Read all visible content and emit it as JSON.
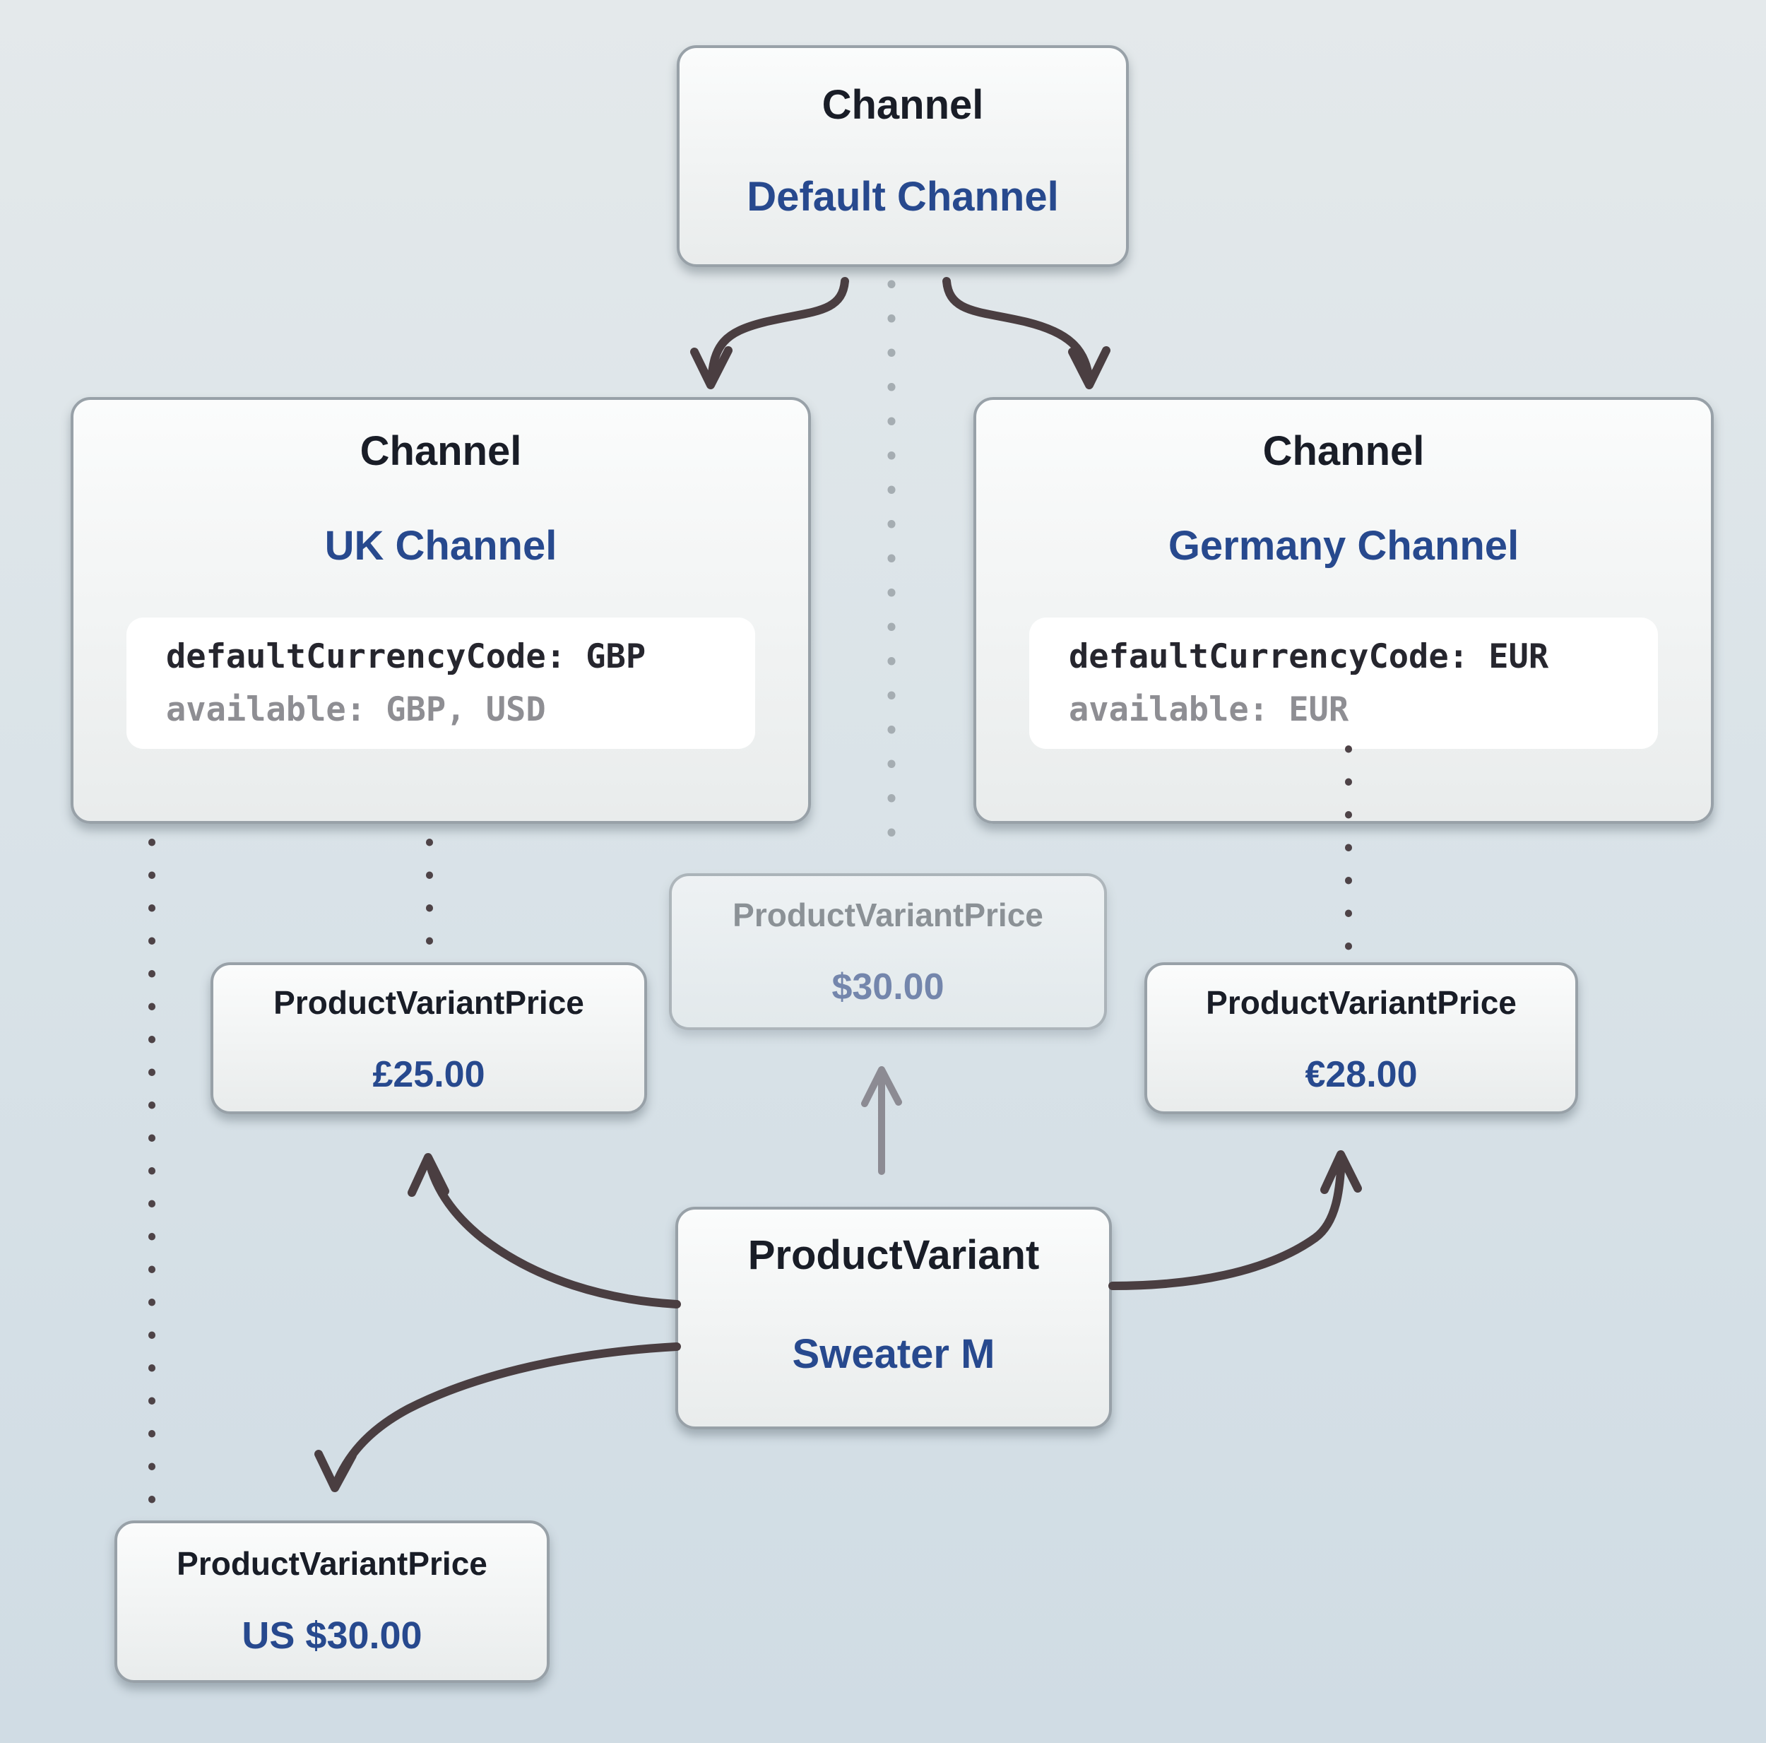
{
  "palette": {
    "background_top": "#e4e9eb",
    "background_bottom": "#d0dce4",
    "box_border": "#98a1a8",
    "title_dark": "#191d27",
    "accent_blue": "#27498e",
    "faded_title_gray": "#8b9196",
    "faded_value_blue": "#7486ac",
    "code_dark": "#26262e",
    "code_gray": "#8e8e93",
    "arrow_dark": "#4a3e41",
    "arrow_gray": "#8c8b93",
    "dotted_light": "#a5adb2",
    "dotted_dark": "#4e4347"
  },
  "nodes": {
    "default_channel": {
      "type_label": "Channel",
      "name": "Default Channel"
    },
    "uk_channel": {
      "type_label": "Channel",
      "name": "UK Channel",
      "code_line1": "defaultCurrencyCode: GBP",
      "code_line2": "available: GBP, USD"
    },
    "germany_channel": {
      "type_label": "Channel",
      "name": "Germany Channel",
      "code_line1": "defaultCurrencyCode: EUR",
      "code_line2": "available: EUR"
    },
    "default_price": {
      "type_label": "ProductVariantPrice",
      "value": "$30.00"
    },
    "uk_price": {
      "type_label": "ProductVariantPrice",
      "value": "£25.00"
    },
    "germany_price": {
      "type_label": "ProductVariantPrice",
      "value": "€28.00"
    },
    "product_variant": {
      "type_label": "ProductVariant",
      "name": "Sweater M"
    },
    "us_price": {
      "type_label": "ProductVariantPrice",
      "value": "US $30.00"
    }
  }
}
